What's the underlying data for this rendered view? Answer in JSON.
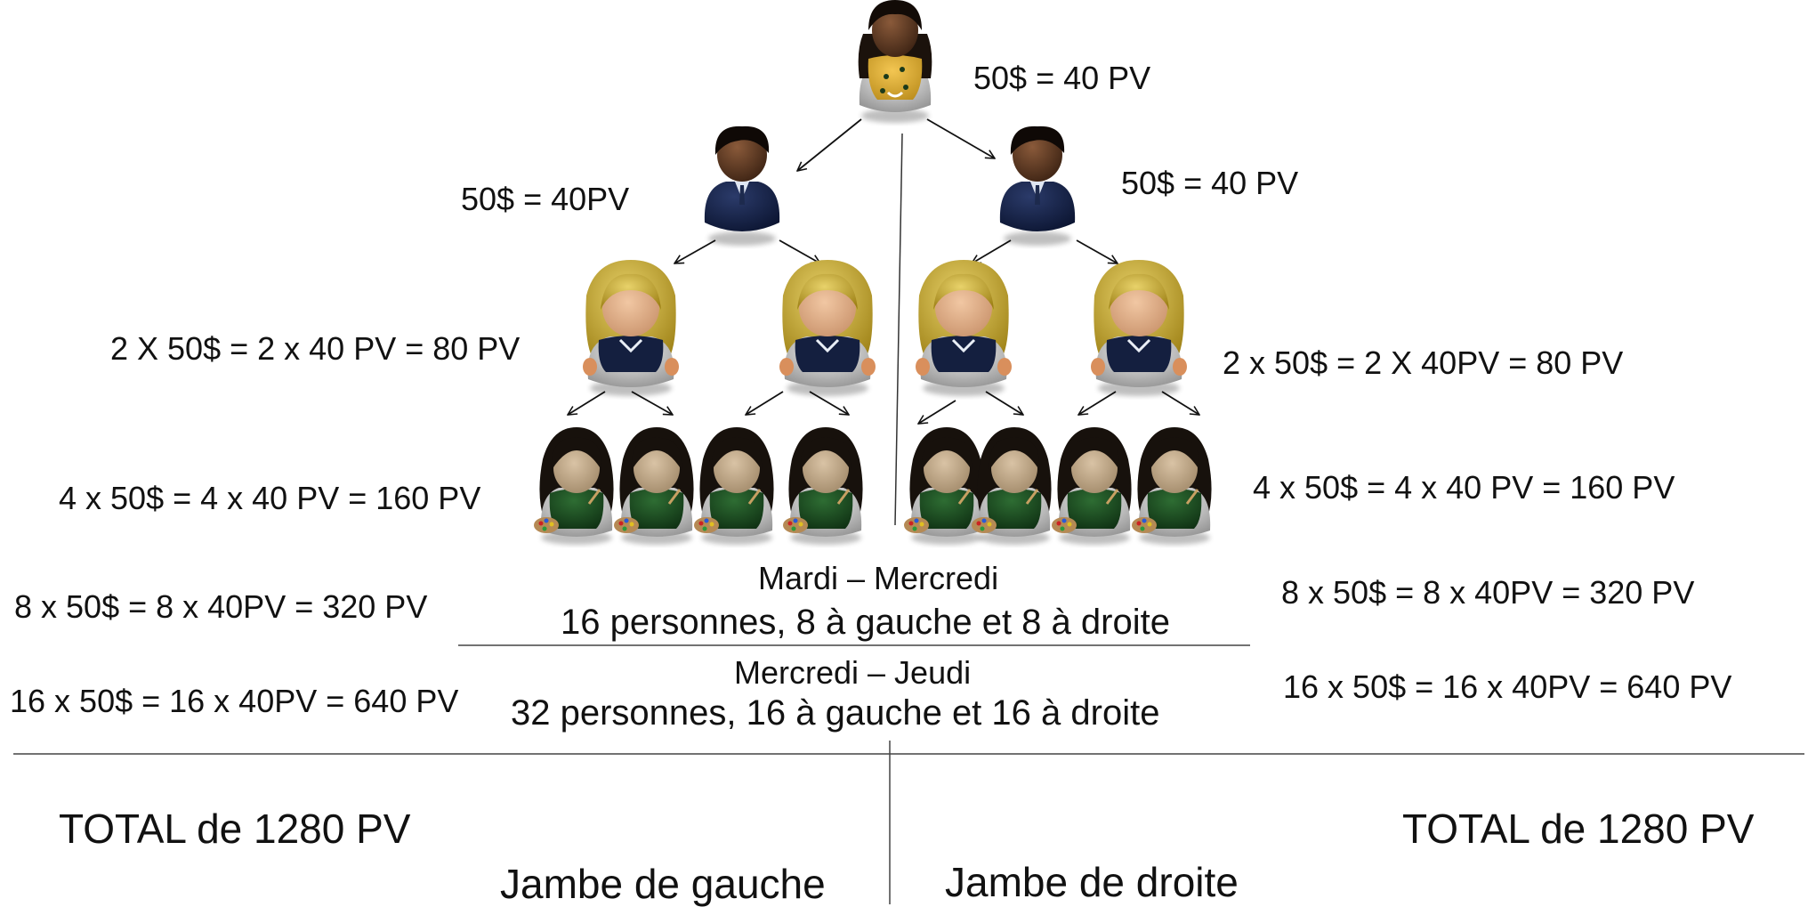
{
  "top_label": "50$ = 40 PV",
  "level1": {
    "left": "50$ = 40PV",
    "right": "50$ = 40 PV"
  },
  "level2": {
    "left": "2 X 50$ = 2 x 40 PV = 80 PV",
    "right": "2 x 50$ = 2 X 40PV = 80 PV"
  },
  "level3": {
    "left": "4 x 50$ = 4 x 40 PV = 160 PV",
    "right": "4 x 50$ = 4 x 40 PV = 160 PV"
  },
  "level4": {
    "left": "8 x 50$ = 8 x 40PV = 320 PV",
    "right": "8 x 50$ = 8 x 40PV = 320 PV"
  },
  "level5": {
    "left": "16 x 50$ = 16 x 40PV = 640 PV",
    "right": "16 x 50$ = 16 x 40PV = 640 PV"
  },
  "center": {
    "day1": "Mardi – Mercredi",
    "count1": "16 personnes, 8 à gauche et 8 à droite",
    "day2": "Mercredi – Jeudi",
    "count2": "32 personnes, 16 à gauche et 16 à droite"
  },
  "totals": {
    "left": "TOTAL de 1280 PV",
    "right": "TOTAL de 1280 PV"
  },
  "legs": {
    "left": "Jambe de gauche",
    "right": "Jambe de droite"
  },
  "people": {
    "top": "woman-yellow-vest-avatar",
    "level1": "man-navy-suit-avatar",
    "level2": "blonde-woman-avatar",
    "level3": "painter-woman-avatar"
  }
}
